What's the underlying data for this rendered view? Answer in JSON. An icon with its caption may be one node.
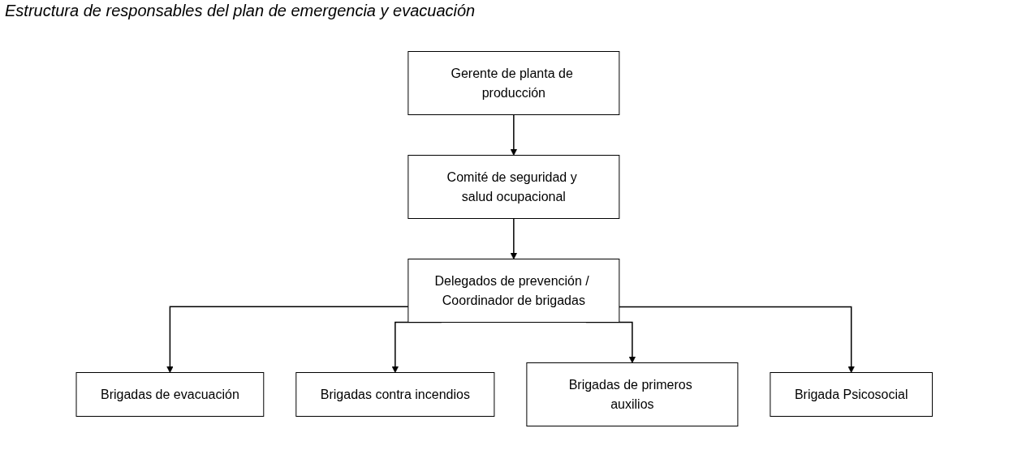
{
  "diagram": {
    "title": "Estructura de responsables del plan de emergencia y evacuación",
    "nodes": [
      {
        "text": [
          "Gerente de planta de producción"
        ]
      },
      {
        "text": [
          "Comité de seguridad y salud ocupacional"
        ]
      },
      {
        "text": [
          "Delegados de prevención / Coordinador de brigadas"
        ]
      },
      {
        "text": [
          "Brigadas de evacuación"
        ]
      },
      {
        "text": [
          "Brigadas contra incendios"
        ]
      },
      {
        "text": [
          "Brigadas de primeros auxilios"
        ]
      },
      {
        "text": [
          "Brigada Psicosocial"
        ]
      }
    ],
    "edges": [
      {
        "from": 0,
        "to": 1,
        "arrow": "to"
      },
      {
        "from": 1,
        "to": 2,
        "arrow": "to"
      },
      {
        "from": 2,
        "to": 3,
        "arrow": "to"
      },
      {
        "from": 2,
        "to": 4,
        "arrow": "to"
      },
      {
        "from": 2,
        "to": 5,
        "arrow": "to"
      },
      {
        "from": 2,
        "to": 6,
        "arrow": "to"
      }
    ]
  }
}
